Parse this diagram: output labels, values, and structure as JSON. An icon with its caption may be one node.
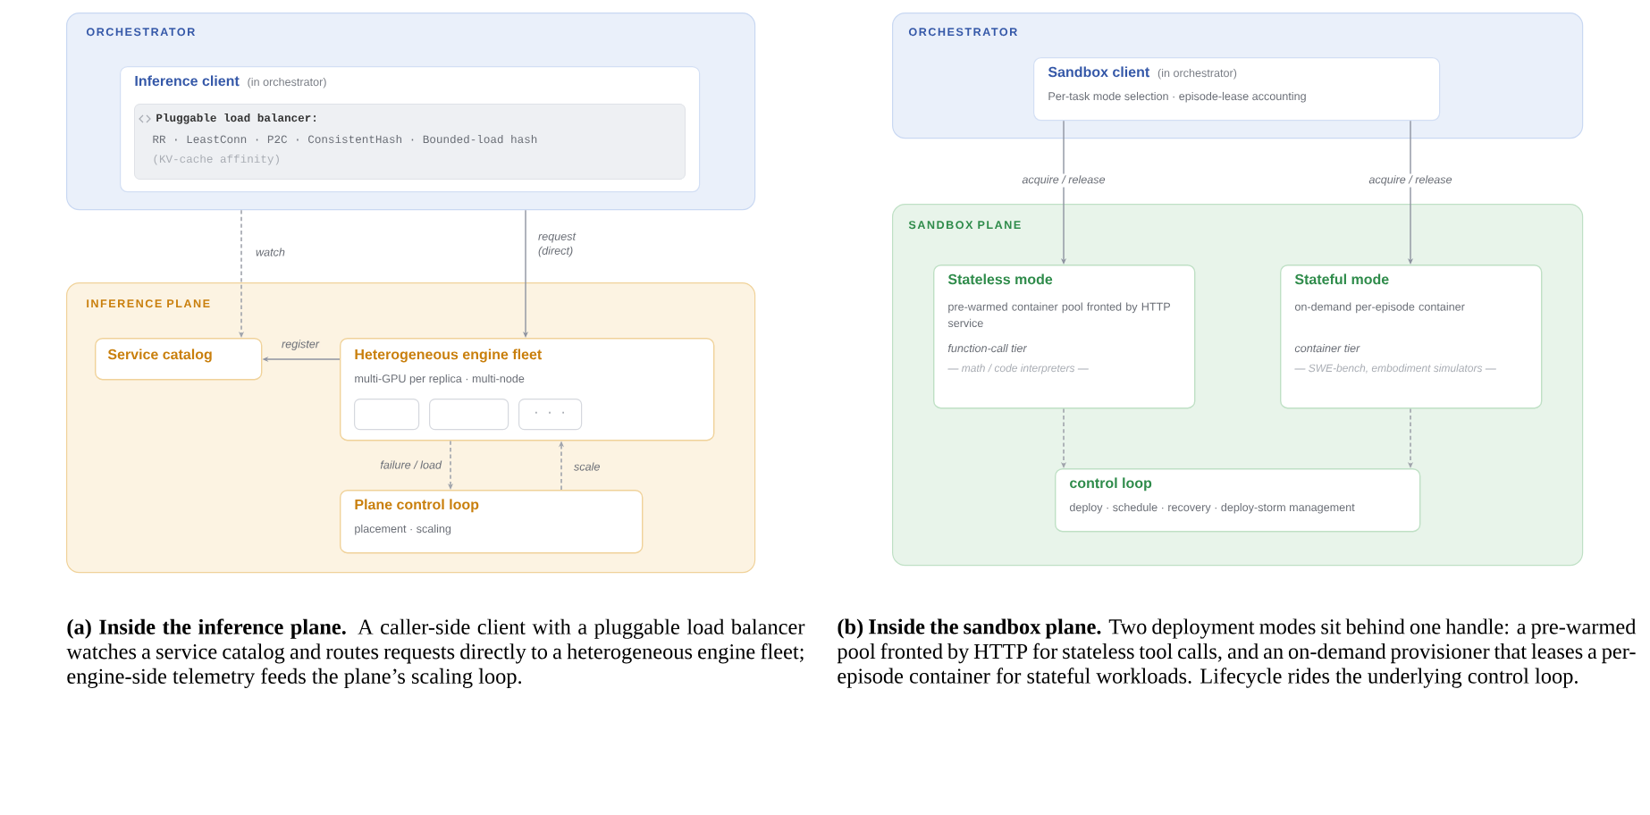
{
  "diagram": {
    "nodes": [
      {
        "text": [
          "ORCHESTRATOR"
        ]
      },
      {
        "text": [
          "Inference client",
          "(in orchestrator)"
        ],
        "in": 0
      },
      {
        "text": [
          "Pluggable load balancer:",
          "RR · LeastConn · P2C · ConsistentHash · Bounded-load hash",
          "(KV-cache affinity)"
        ],
        "in": 1
      },
      {
        "text": [
          "INFERENCE PLANE"
        ]
      },
      {
        "text": [
          "Service catalog"
        ],
        "in": 3
      },
      {
        "text": [
          "Heterogeneous engine fleet",
          "multi-GPU per replica · multi-node"
        ],
        "in": 3
      },
      {
        "text": [],
        "shape": "box",
        "in": 5
      },
      {
        "text": [],
        "shape": "box",
        "in": 5
      },
      {
        "text": [
          "· · ·"
        ],
        "in": 5
      },
      {
        "text": [
          "Plane control loop",
          "placement · scaling"
        ],
        "in": 3
      },
      {
        "text": [
          "ORCHESTRATOR"
        ]
      },
      {
        "text": [
          "Sandbox client",
          "(in orchestrator)",
          "Per-task mode selection · episode-lease accounting"
        ],
        "in": 10
      },
      {
        "text": [
          "SANDBOX PLANE"
        ]
      },
      {
        "text": [
          "Stateless mode",
          "pre-warmed container pool fronted by HTTP service",
          "function-call tier",
          "— math / code interpreters —"
        ],
        "in": 12
      },
      {
        "text": [
          "Stateful mode",
          "on-demand per-episode container",
          "container tier",
          "— SWE-bench, embodiment simulators —"
        ],
        "in": 12
      },
      {
        "text": [
          "control loop",
          "deploy · schedule · recovery · deploy-storm management"
        ],
        "in": 12
      }
    ],
    "edges": [
      {
        "from": 0,
        "to": 4,
        "arrow": "to",
        "style": "dashed",
        "label": "watch"
      },
      {
        "from": 0,
        "to": 5,
        "arrow": "to",
        "label": "request (direct)"
      },
      {
        "from": 5,
        "to": 4,
        "arrow": "to",
        "label": "register"
      },
      {
        "from": 5,
        "to": 9,
        "arrow": "to",
        "style": "dashed",
        "label": "failure / load"
      },
      {
        "from": 9,
        "to": 5,
        "arrow": "to",
        "style": "dashed",
        "label": "scale"
      },
      {
        "from": 11,
        "to": 13,
        "arrow": "to",
        "label": "acquire / release"
      },
      {
        "from": 11,
        "to": 14,
        "arrow": "to",
        "label": "acquire / release"
      },
      {
        "from": 13,
        "to": 15,
        "arrow": "to",
        "style": "dashed"
      },
      {
        "from": 14,
        "to": 15,
        "arrow": "to",
        "style": "dashed"
      }
    ],
    "labels": [
      "**(a) Inside the inference plane.** A caller-side client with a pluggable load balancer watches a service catalog and routes requests directly to a heterogeneous engine fleet; engine-side telemetry feeds the plane’s scaling loop.",
      "**(b) Inside the sandbox plane.** Two deployment modes sit behind one handle: a pre-warmed pool fronted by HTTP for stateless tool calls, and an on-demand provisioner that leases a per-episode container for stateful workloads. Lifecycle rides the underlying control loop."
    ]
  }
}
